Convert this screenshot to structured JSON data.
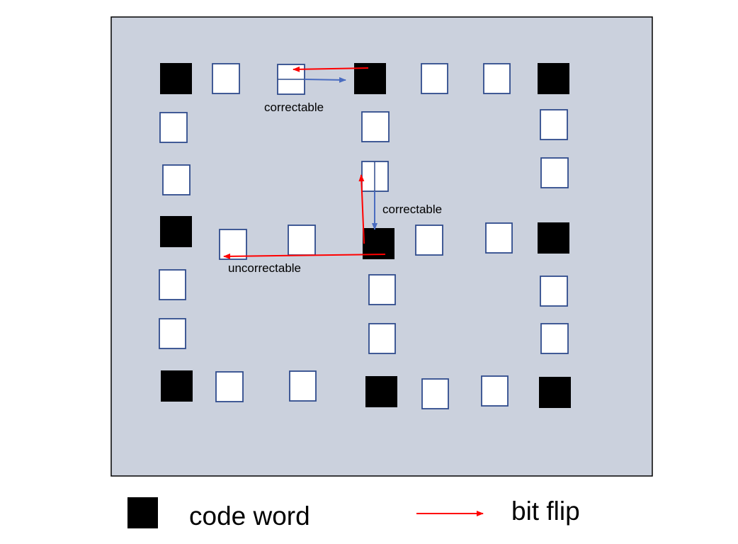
{
  "colors": {
    "panel_fill": "#cbd1dd",
    "panel_border": "#000000",
    "cell_fill": "#ffffff",
    "cell_border": "#2f4b8c",
    "code_word_fill": "#000000",
    "bit_flip_arrow": "#ff0000",
    "correction_arrow": "#4a6cc0"
  },
  "annotations": {
    "correctable_top": "correctable",
    "correctable_mid": "correctable",
    "uncorrectable": "uncorrectable"
  },
  "legend": {
    "code_word_label": "code word",
    "bit_flip_label": "bit flip"
  }
}
